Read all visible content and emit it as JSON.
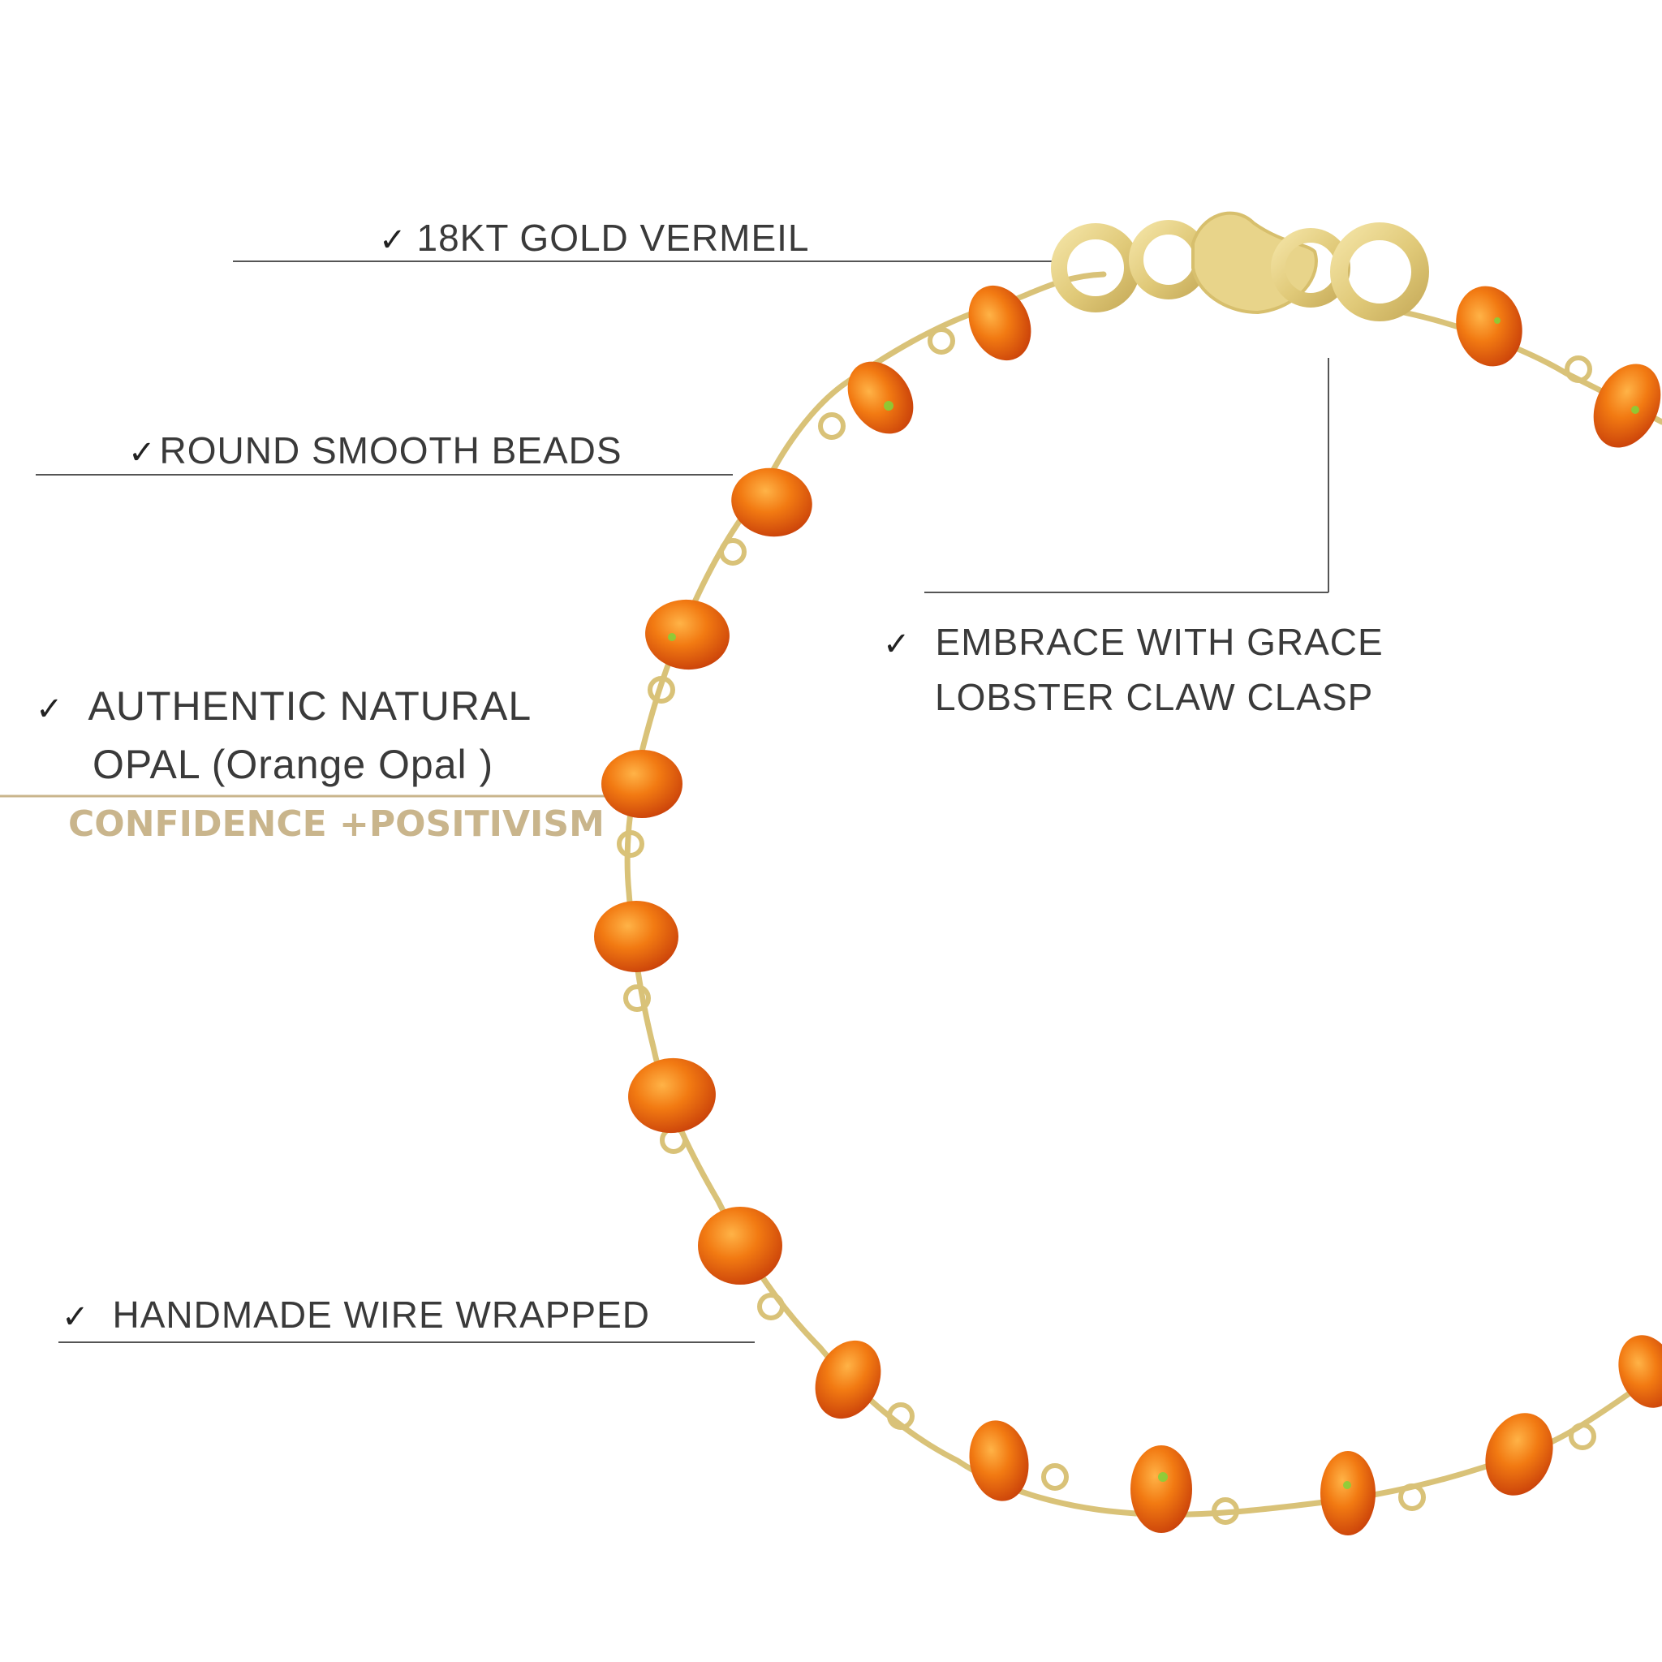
{
  "features": {
    "gold": "18KT GOLD VERMEIL",
    "beads": "ROUND SMOOTH BEADS",
    "clasp_line1": "EMBRACE WITH GRACE",
    "clasp_line2": "LOBSTER CLAW CLASP",
    "opal_line1": "AUTHENTIC NATURAL",
    "opal_line2": "OPAL (Orange Opal )",
    "handmade": "HANDMADE WIRE WRAPPED"
  },
  "check_symbol": "✓",
  "tagline": "CONFIDENCE +POSITIVISM",
  "colors": {
    "text": "#3a3a3a",
    "leader_line": "#555555",
    "gold_line": "#c9b58c",
    "tagline": "#c9b58c",
    "gold_metal": "#e3cf82",
    "opal": "#e8660f"
  }
}
